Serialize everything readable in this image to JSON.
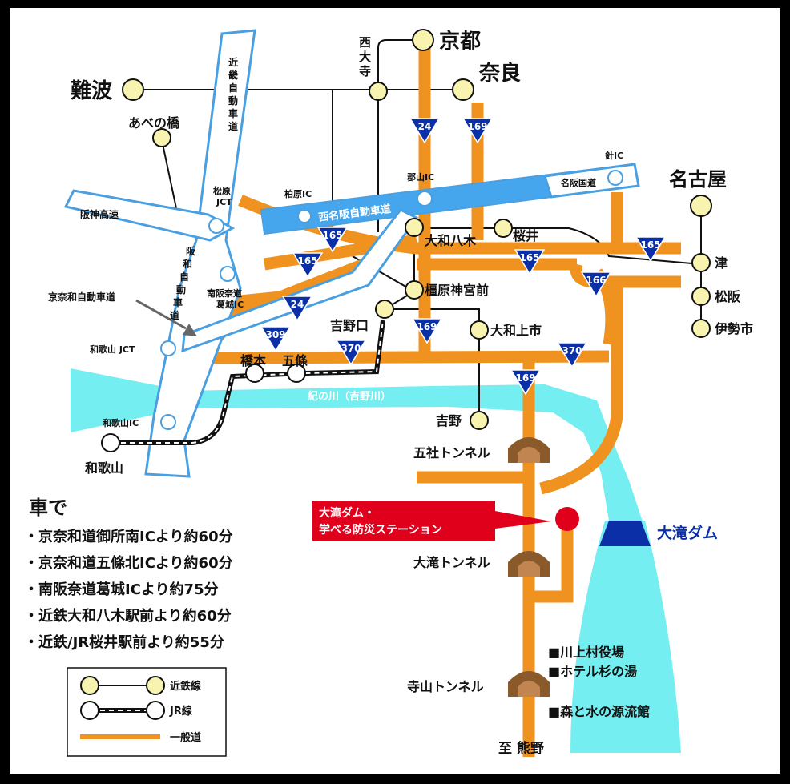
{
  "colors": {
    "road": "#f0921f",
    "expressway_fill": "#45a6ee",
    "expressway_edge": "#4a9fe0",
    "river": "#74eef0",
    "dam": "#0a2fa6",
    "station": "#0a2fa6",
    "marker": "#e0001c",
    "kintetsu_stop": "#f8f4b0"
  },
  "cities": {
    "kyoto": "京都",
    "nara": "奈良",
    "namba": "難波",
    "nagoya": "名古屋",
    "abenobashi": "あべの橋"
  },
  "stations": {
    "nishiotera": "西大寺",
    "yamato_yagi": "大和八木",
    "sakurai": "桜井",
    "kashihara_jingumae": "橿原神宮前",
    "yoshinoguchi": "吉野口",
    "yamato_kamiichi": "大和上市",
    "yoshino": "吉野",
    "hashimoto": "橋本",
    "gojo": "五條",
    "wakayama": "和歌山",
    "tsu": "津",
    "matsusaka": "松阪",
    "iseshi": "伊勢市"
  },
  "interchanges": {
    "matsubara_jct": "松原\nJCT",
    "kashiwara_ic": "柏原IC",
    "koriyama_ic": "郡山IC",
    "hari_ic": "針IC",
    "minamihanna_katsuragi_ic": "南阪奈道\n葛城IC",
    "wakayama_jct": "和歌山 JCT",
    "wakayama_ic": "和歌山IC"
  },
  "expressways": {
    "kinki": "近畿自動車道",
    "nishimeihan": "西名阪自動車道",
    "hanshin": "阪神高速",
    "hanwa": "阪和自動車道",
    "meihan_kokudo": "名阪国道",
    "keinawa": "京奈和自動車道"
  },
  "routes": {
    "r24_a": "24",
    "r169_a": "169",
    "r165_a": "165",
    "r165_b": "165",
    "r165_c": "165",
    "r165_d": "165",
    "r166": "166",
    "r24_b": "24",
    "r309": "309",
    "r370_a": "370",
    "r169_b": "169",
    "r370_b": "370",
    "r169_c": "169"
  },
  "river": {
    "label": "紀の川（吉野川）"
  },
  "tunnels": {
    "goshya": "五社トンネル",
    "otaki": "大滝トンネル",
    "terayama": "寺山トンネル"
  },
  "dam": {
    "label": "大滝ダム"
  },
  "callout": {
    "line1": "大滝ダム・",
    "line2": "学べる防災ステーション"
  },
  "facilities": [
    "■川上村役場",
    "■ホテル杉の湯",
    "■森と水の源流館"
  ],
  "destination": "至 熊野",
  "car_info": {
    "heading": "車で",
    "items": [
      "・京奈和道御所南ICより約60分",
      "・京奈和道五條北ICより約60分",
      "・南阪奈道葛城ICより約75分",
      "・近鉄大和八木駅前より約60分",
      "・近鉄/JR桜井駅前より約55分"
    ]
  },
  "legend": {
    "kintetsu": "近鉄線",
    "jr": "JR線",
    "road": "一般道"
  }
}
